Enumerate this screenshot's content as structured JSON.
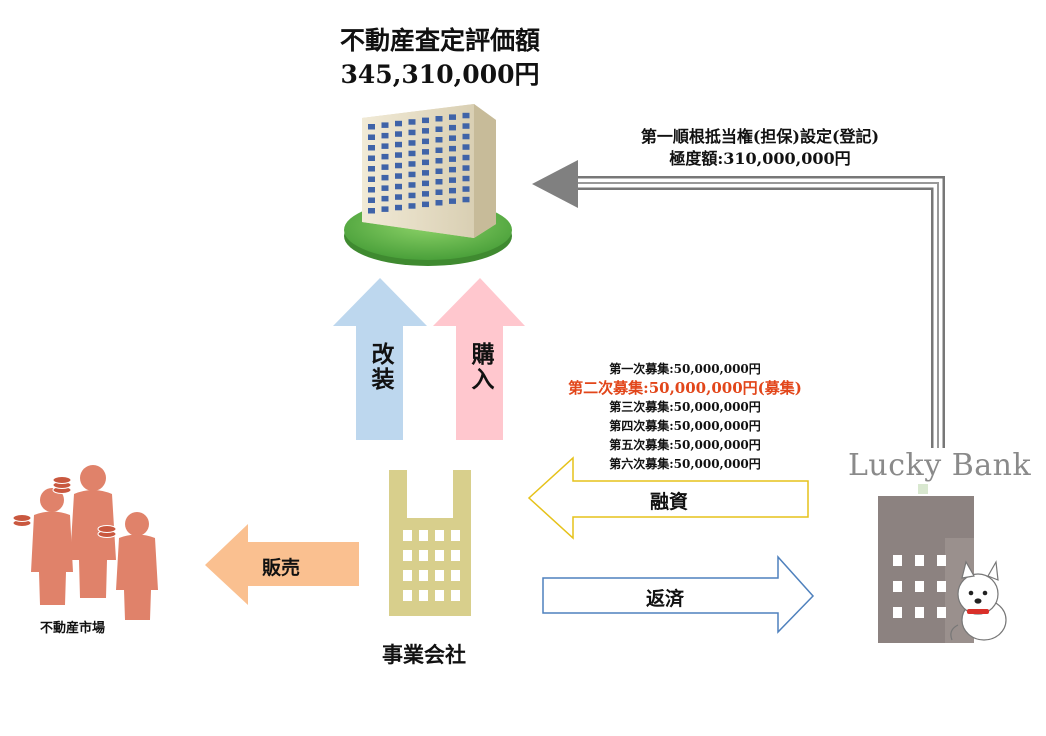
{
  "valuation": {
    "title": "不動産査定評価額",
    "amount": "345,310,000円"
  },
  "lien": {
    "title": "第一順根抵当権(担保)設定(登記)",
    "max_amount": "極度額:310,000,000円"
  },
  "arrows": {
    "renovation": "改装",
    "purchase": "購入",
    "financing": "融資",
    "repayment": "返済",
    "sales": "販売"
  },
  "funding_rounds": [
    {
      "label": "第一次募集:50,000,000円",
      "highlight": false
    },
    {
      "label": "第二次募集:50,000,000円(募集)",
      "highlight": true,
      "color": "#e2461a"
    },
    {
      "label": "第三次募集:50,000,000円",
      "highlight": false
    },
    {
      "label": "第四次募集:50,000,000円",
      "highlight": false
    },
    {
      "label": "第五次募集:50,000,000円",
      "highlight": false
    },
    {
      "label": "第六次募集:50,000,000円",
      "highlight": false
    }
  ],
  "entities": {
    "market": "不動産市場",
    "company": "事業会社",
    "bank_logo_1": "Lucky",
    "bank_logo_2": "Bank"
  },
  "colors": {
    "renovation_arrow": "#bdd7ee",
    "purchase_arrow": "#ffc7ce",
    "financing_arrow_outline": "#e6c21a",
    "repayment_arrow_outline": "#4f81bd",
    "sales_arrow": "#fac090",
    "market_people": "#e0826a",
    "company_building": "#d8cf8c",
    "bank_building": "#8c8280",
    "lien_arrow": "#808080",
    "highlight_text": "#e2461a"
  }
}
